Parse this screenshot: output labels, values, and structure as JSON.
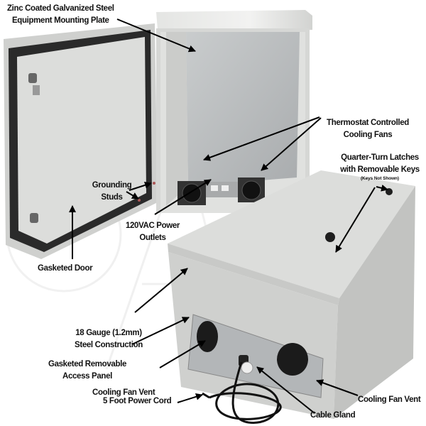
{
  "callouts": {
    "mounting_plate": [
      "Zinc Coated Galvanized Steel",
      "Equipment Mounting Plate"
    ],
    "cooling_fans": [
      "Thermostat Controlled",
      "Cooling Fans"
    ],
    "latches": [
      "Quarter-Turn Latches",
      "with Removable Keys",
      "(Keys Not Shown)"
    ],
    "grounding": [
      "Grounding",
      "Studs"
    ],
    "outlets": [
      "120VAC Power",
      "Outlets"
    ],
    "door": "Gasketed Door",
    "construction": [
      "18 Gauge (1.2mm)",
      "Steel Construction"
    ],
    "access_panel": [
      "Gasketed Removable",
      "Access Panel"
    ],
    "fan_vent_left": "Cooling Fan Vent",
    "power_cord": "5 Foot Power Cord",
    "fan_vent_right": "Cooling Fan Vent",
    "cable_gland": "Cable Gland"
  },
  "colors": {
    "enclosure": "#d9dad8",
    "plate": "#b9bcbd",
    "gasket": "#222222",
    "arrow": "#000000"
  }
}
